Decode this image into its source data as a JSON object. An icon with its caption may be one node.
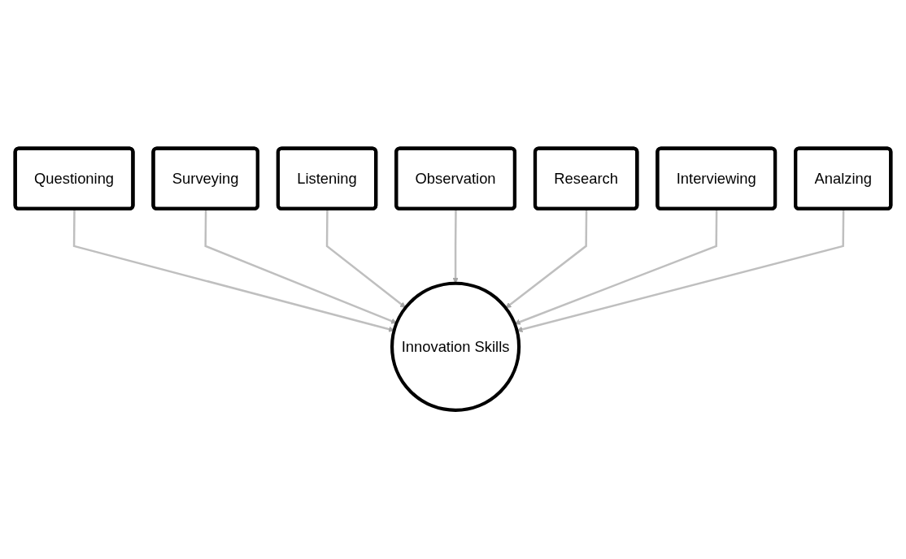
{
  "diagram": {
    "nodes": [
      {
        "text": [
          "Questioning"
        ]
      },
      {
        "text": [
          "Surveying"
        ]
      },
      {
        "text": [
          "Listening"
        ]
      },
      {
        "text": [
          "Observation"
        ]
      },
      {
        "text": [
          "Research"
        ]
      },
      {
        "text": [
          "Interviewing"
        ]
      },
      {
        "text": [
          "Analzing"
        ]
      },
      {
        "text": [
          "Innovation Skills"
        ]
      }
    ],
    "edges": [
      {
        "from": 0,
        "to": 7,
        "arrow": "to"
      },
      {
        "from": 1,
        "to": 7,
        "arrow": "to"
      },
      {
        "from": 2,
        "to": 7,
        "arrow": "to"
      },
      {
        "from": 3,
        "to": 7,
        "arrow": "to"
      },
      {
        "from": 4,
        "to": 7,
        "arrow": "to"
      },
      {
        "from": 5,
        "to": 7,
        "arrow": "to"
      },
      {
        "from": 6,
        "to": 7,
        "arrow": "to"
      }
    ]
  }
}
